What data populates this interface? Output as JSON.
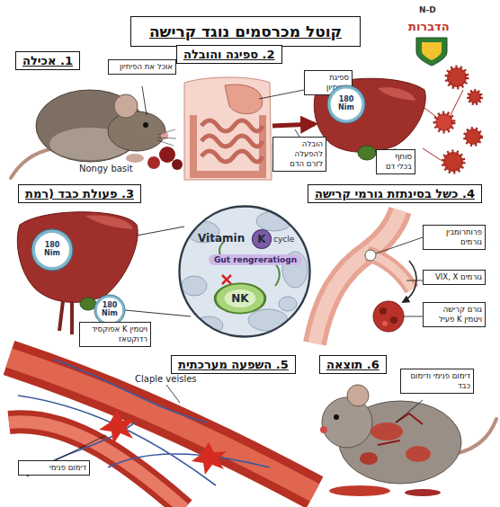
{
  "diagram": {
    "title": "קוטל מכרסמים נוגד קרישה",
    "nodes": [
      {
        "text": [
          "1. אכילה"
        ]
      },
      {
        "text": [
          "אוכל את הפיתיון"
        ]
      },
      {
        "text": [
          "2. ספיגה והובלה"
        ]
      },
      {
        "text": [
          "ספיגת הפיתיון"
        ]
      },
      {
        "text": [
          "180 Nim"
        ]
      },
      {
        "text": [
          "הובלה להפעלה לזרם הדם"
        ]
      },
      {
        "text": [
          "סוחף בכלי דם"
        ]
      },
      {
        "text": [
          "3. פעולת כבד (רמת"
        ]
      },
      {
        "text": [
          "180 Nim"
        ]
      },
      {
        "text": [
          "Vitamin",
          "cycle",
          "Gut rengreratiogn"
        ]
      },
      {
        "text": [
          "K"
        ],
        "in": 9
      },
      {
        "text": [
          "NK"
        ],
        "in": 9
      },
      {
        "text": [
          "180 Nim"
        ]
      },
      {
        "text": [
          "ויטמין K אפוקסיד רדוקטאז"
        ]
      },
      {
        "text": [
          "4. כשל בסינתזת גורמי קרישה"
        ]
      },
      {
        "text": [
          "פרותרומבין גורמים"
        ]
      },
      {
        "text": [
          "VIX, X גורמים"
        ]
      },
      {
        "text": [
          "גורם קרישה ויטמין K פעיל"
        ]
      },
      {
        "text": [
          "5. השפעה מערכתית"
        ]
      },
      {
        "text": [
          "דימום פנימי"
        ]
      },
      {
        "text": [
          "6. תוצאה"
        ]
      },
      {
        "text": [
          "דימום פנימי ודימום כבד"
        ]
      }
    ],
    "labels": [
      "N-D",
      "הדברות",
      "Nongy basit",
      "Claple veisles"
    ]
  }
}
